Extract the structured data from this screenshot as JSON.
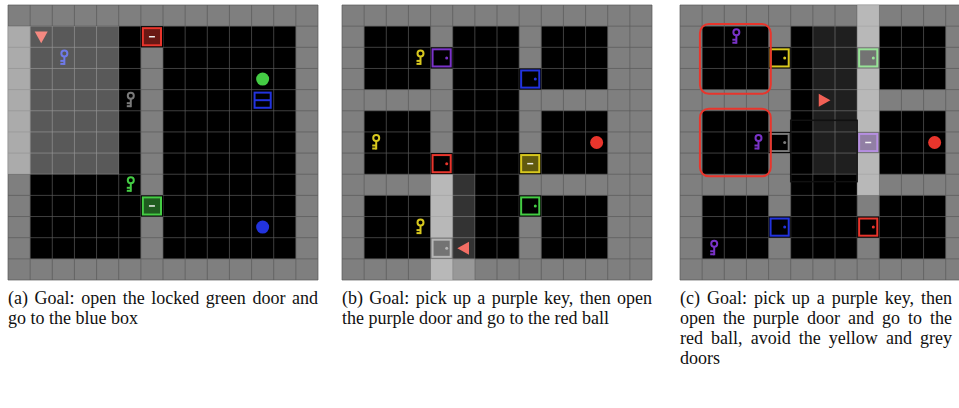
{
  "diagram": {
    "labels": [
      "(a) Goal: open the locked green door and go to the blue box",
      "(b) Goal: pick up a purple key, then open the purple door and go to the red ball",
      "(c) Goal: pick up a purple key, then open the purple door and go to the red ball, avoid the yellow and grey doors"
    ]
  }
}
